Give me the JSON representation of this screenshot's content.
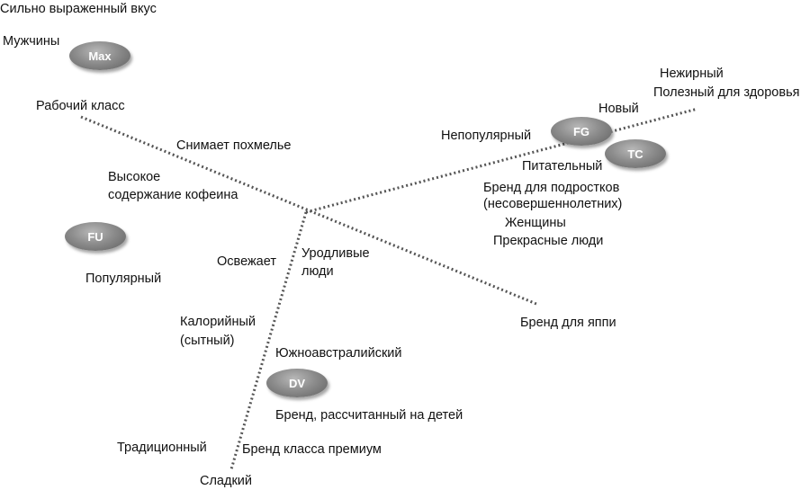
{
  "labels": {
    "strong_taste": "Сильно выраженный вкус",
    "men": "Мужчины",
    "working_class": "Рабочий класс",
    "hangover": "Снимает похмелье",
    "high_caffeine_1": "Высокое",
    "high_caffeine_2": "содержание кофеина",
    "popular": "Популярный",
    "refreshes": "Освежает",
    "ugly_people_1": "Уродливые",
    "ugly_people_2": "люди",
    "caloric_1": "Калорийный",
    "caloric_2": "(сытный)",
    "south_australian": "Южноавстралийский",
    "kids_brand": "Бренд, рассчитанный на детей",
    "traditional": "Традиционный",
    "premium_brand": "Бренд класса премиум",
    "sweet": "Сладкий",
    "yuppie_brand": "Бренд для яппи",
    "unpopular": "Непопулярный",
    "new": "Новый",
    "nonfat": "Нежирный",
    "healthy": "Полезный для здоровья",
    "nutritious": "Питательный",
    "teen_brand_1": "Бренд для подростков",
    "teen_brand_2": "(несовершеннолетних)",
    "women": "Женщины",
    "beautiful_people": "Прекрасные люди"
  },
  "brands": {
    "max": "Max",
    "fg": "FG",
    "tc": "TC",
    "fu": "FU",
    "dv": "DV"
  },
  "colors": {
    "axis": "#555555",
    "oval": "#7a7a7a",
    "oval_text": "#ffffff"
  }
}
